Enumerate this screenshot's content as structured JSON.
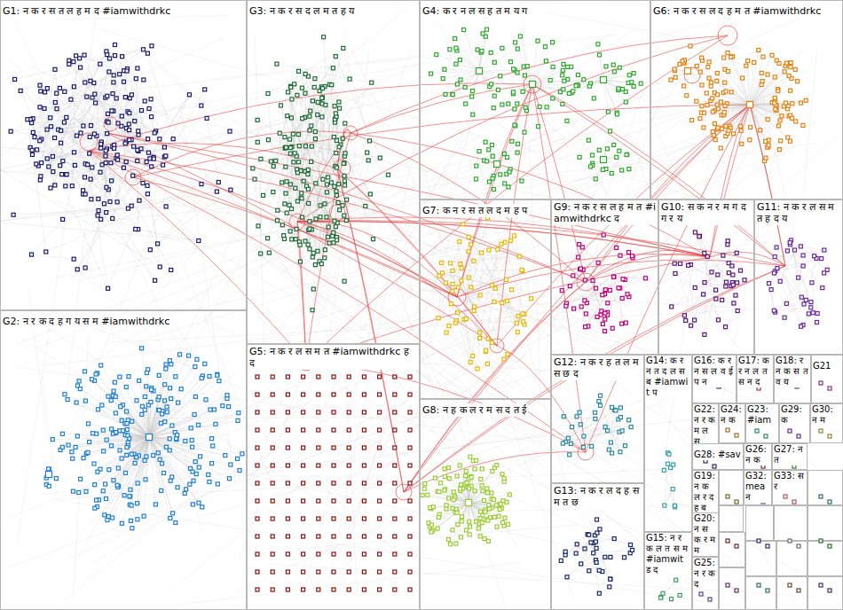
{
  "diagram": {
    "nodes": [
      {
        "text": [
          "G1: न क र स त ल ह म द #iamwithdrkc"
        ]
      },
      {
        "text": [
          "G3: न क र स द ल म त ह य"
        ]
      },
      {
        "text": [
          "G4: क र न ल स ह त म य ग"
        ]
      },
      {
        "text": [
          "G6: न क र स ल द ह म त #iamwithdrkc"
        ]
      },
      {
        "text": [
          "G7: क न र स त ल द म ह प"
        ]
      },
      {
        "text": [
          "G9: न क र स ल ह म त #iamwithdrkc द"
        ]
      },
      {
        "text": [
          "G10: स क न र म ग द ग र य"
        ]
      },
      {
        "text": [
          "G11: न क र ल स म त ह द य"
        ]
      },
      {
        "text": [
          "G12: न क र ह त ल म स छ द"
        ]
      },
      {
        "text": [
          "G14: क र न त द ल स ब #iamwit प"
        ]
      },
      {
        "text": [
          "G16: क र न स ल व ई प न"
        ]
      },
      {
        "text": [
          "G17: क र न ल त स न द"
        ]
      },
      {
        "text": [
          "G18: र न क स त व य"
        ]
      },
      {
        "text": [
          "G21"
        ]
      },
      {
        "text": [
          "G22: न र क म ल स"
        ]
      },
      {
        "text": [
          "G24: न क"
        ]
      },
      {
        "text": [
          "G23: #iam"
        ]
      },
      {
        "text": [
          "G29: क"
        ]
      },
      {
        "text": [
          "G30: न म"
        ]
      },
      {
        "text": [
          "G28: #sav"
        ]
      },
      {
        "text": [
          "G26: न क"
        ]
      },
      {
        "text": [
          "G27: न त"
        ]
      },
      {
        "text": [
          "G19: न क ल र द ह ब"
        ]
      },
      {
        "text": [
          "G32: mea न"
        ]
      },
      {
        "text": [
          "G33: स र"
        ]
      },
      {
        "text": [
          "G20: न स क र म म"
        ]
      },
      {
        "text": [
          "G25: न र क द"
        ]
      },
      {
        "text": [
          "G13: न क र ल द ह स म त छ"
        ]
      },
      {
        "text": [
          "G15: न र क ल त स म #iamwit ड द"
        ]
      },
      {
        "text": [
          "G2: न र क द ह ग य स म #iamwithdrkc"
        ]
      },
      {
        "text": [
          "G5: न क र ल स म त #iamwithdrkc ह द"
        ]
      },
      {
        "text": [
          "G8: न ह क ल र म स द त ई"
        ]
      }
    ]
  }
}
